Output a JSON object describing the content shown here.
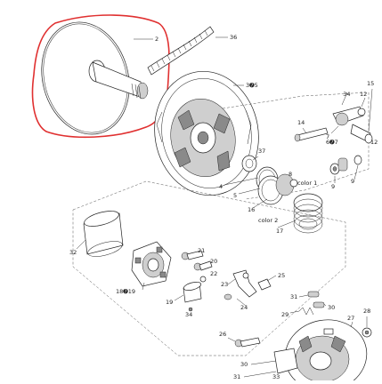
{
  "diagram": {
    "highlight_color": "#e03030",
    "ink_color": "#222222",
    "labels": {
      "p2": "2",
      "p36": "36",
      "p3_5": "3➐5",
      "p15": "15",
      "p34a": " 34",
      "p12a": "12",
      "p14": "14",
      "p7": "7",
      "p6_7": "6➐7",
      "p12b": "12",
      "p37": "37",
      "p4": "4",
      "p5": "5",
      "p16": "16",
      "p8": "8",
      "p9a": "9",
      "p9b": "9",
      "color1": "color 1",
      "color2": "color 2",
      "p17": "17",
      "p32": "32",
      "p21": "21",
      "p20": "20",
      "p22": "22",
      "p23": "23",
      "p25": "25",
      "p18_19": "18➐19",
      "p19": "19",
      "p34b": "34",
      "p24": "24",
      "p31": "31",
      "p30a": "30",
      "p29": "29",
      "p27": "27",
      "p28": "28",
      "p26": "26",
      "p30b": "30",
      "p31b": "31",
      "p33": "33"
    }
  }
}
